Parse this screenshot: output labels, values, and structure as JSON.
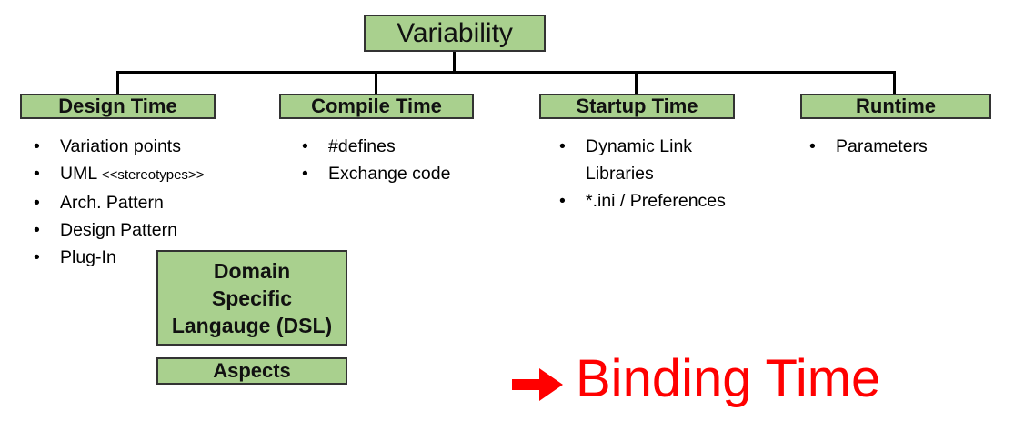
{
  "title_box": {
    "label": "Variability"
  },
  "columns": [
    {
      "header": "Design Time",
      "items": [
        {
          "text": "Variation points"
        },
        {
          "text": "UML ",
          "small": "<<stereotypes>>"
        },
        {
          "text": "Arch. Pattern"
        },
        {
          "text": "Design Pattern"
        },
        {
          "text": "Plug-In"
        }
      ]
    },
    {
      "header": "Compile Time",
      "items": [
        {
          "text": "#defines"
        },
        {
          "text": "Exchange code"
        }
      ]
    },
    {
      "header": "Startup Time",
      "items": [
        {
          "text": "Dynamic Link\nLibraries"
        },
        {
          "text": "*.ini / Preferences"
        }
      ]
    },
    {
      "header": "Runtime",
      "items": [
        {
          "text": "Parameters"
        }
      ]
    }
  ],
  "extra_boxes": {
    "dsl": {
      "lines": [
        "Domain",
        "Specific",
        "Langauge (DSL)"
      ]
    },
    "aspects": {
      "label": "Aspects"
    }
  },
  "binding_time": {
    "label": "Binding Time",
    "arrow_icon": "right-arrow"
  },
  "colors": {
    "box_fill": "#a9d08e",
    "box_border": "#333333",
    "connector_line": "#000000",
    "accent_red": "#ff0000",
    "text": "#000000",
    "background": "#ffffff"
  }
}
